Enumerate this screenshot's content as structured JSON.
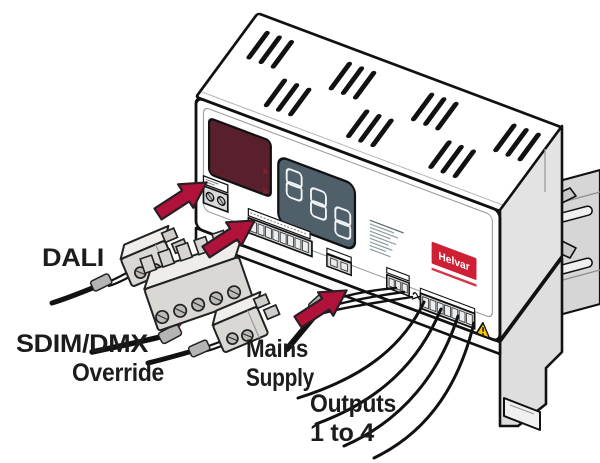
{
  "figure": {
    "kind": "installation-diagram",
    "brand": "Helvar",
    "labels": {
      "dali": "DALI",
      "sdim_dmx": "SDIM/DMX",
      "override": "Override",
      "mains_line1": "Mains",
      "mains_line2": "Supply",
      "outputs_line1": "Outputs",
      "outputs_line2": "1 to 4"
    },
    "colors": {
      "arrow": "#b0123a",
      "display": "#5a1f2d",
      "panel": "#50606b",
      "logo_red": "#cf1f35",
      "warning_yellow": "#f6c800",
      "body_gray": "#e3e3e3",
      "cable_black": "#111111"
    }
  }
}
